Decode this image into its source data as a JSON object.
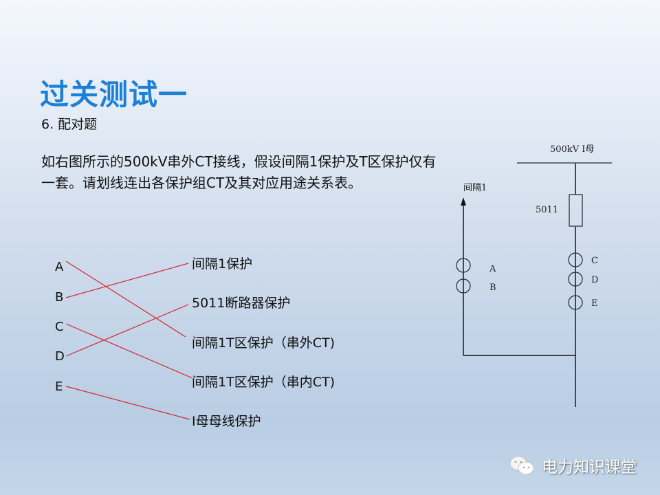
{
  "title": "过关测试一",
  "subtitle": "6. 配对题",
  "question": "如右图所示的500kV串外CT接线，假设间隔1保护及T区保护仅有一套。请划线连出各保护组CT及其对应用途关系表。",
  "matching": {
    "letters": [
      "A",
      "B",
      "C",
      "D",
      "E"
    ],
    "targets": [
      "间隔1保护",
      "5011断路器保护",
      "间隔1T区保护（串外CT)",
      "间隔1T区保护（串内CT)",
      "I母母线保护"
    ],
    "pairs": [
      {
        "from": "A",
        "to": "间隔1T区保护（串外CT)"
      },
      {
        "from": "B",
        "to": "间隔1保护"
      },
      {
        "from": "C",
        "to": "间隔1T区保护（串内CT)"
      },
      {
        "from": "D",
        "to": "5011断路器保护"
      },
      {
        "from": "E",
        "to": "I母母线保护"
      }
    ],
    "line_color": "#d6262e"
  },
  "diagram": {
    "bus_label": "500kV I母",
    "breaker_label": "5011",
    "bay_label": "间隔1",
    "ct_labels": {
      "A": "A",
      "B": "B",
      "C": "C",
      "D": "D",
      "E": "E"
    }
  },
  "brand": {
    "name": "电力知识课堂",
    "icon": "wechat-icon"
  },
  "colors": {
    "title": "#1c80d6",
    "lines": "#d6262e"
  }
}
